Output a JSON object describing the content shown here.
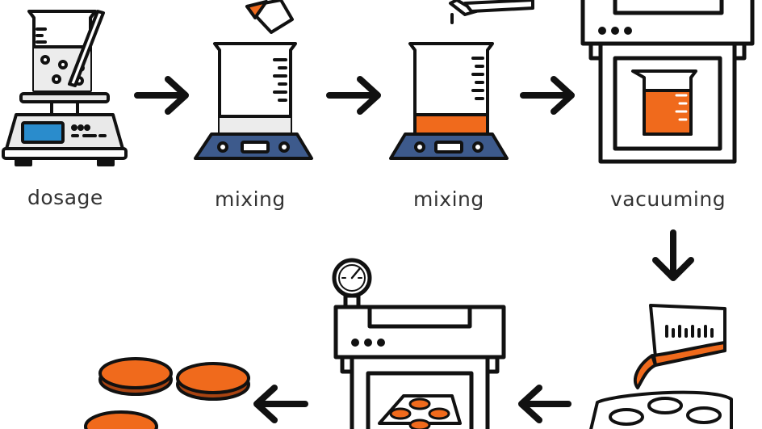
{
  "colors": {
    "stroke": "#111111",
    "orange": "#f06a1c",
    "blue_base": "#3d5a8c",
    "display_blue": "#2a8ccc",
    "white": "#ffffff",
    "light_gray": "#e8e8e8"
  },
  "steps": [
    {
      "label": "dosage",
      "icon": "weighing-scale-with-beaker-icon"
    },
    {
      "label": "mixing",
      "icon": "magnetic-stirrer-with-beaker-icon"
    },
    {
      "label": "mixing",
      "icon": "magnetic-stirrer-with-orange-liquid-icon"
    },
    {
      "label": "vacuuming",
      "icon": "vacuum-chamber-icon"
    },
    {
      "label": "",
      "icon": "pouring-into-mold-icon"
    },
    {
      "label": "",
      "icon": "pressure-oven-icon"
    },
    {
      "label": "",
      "icon": "orange-discs-icon"
    }
  ]
}
